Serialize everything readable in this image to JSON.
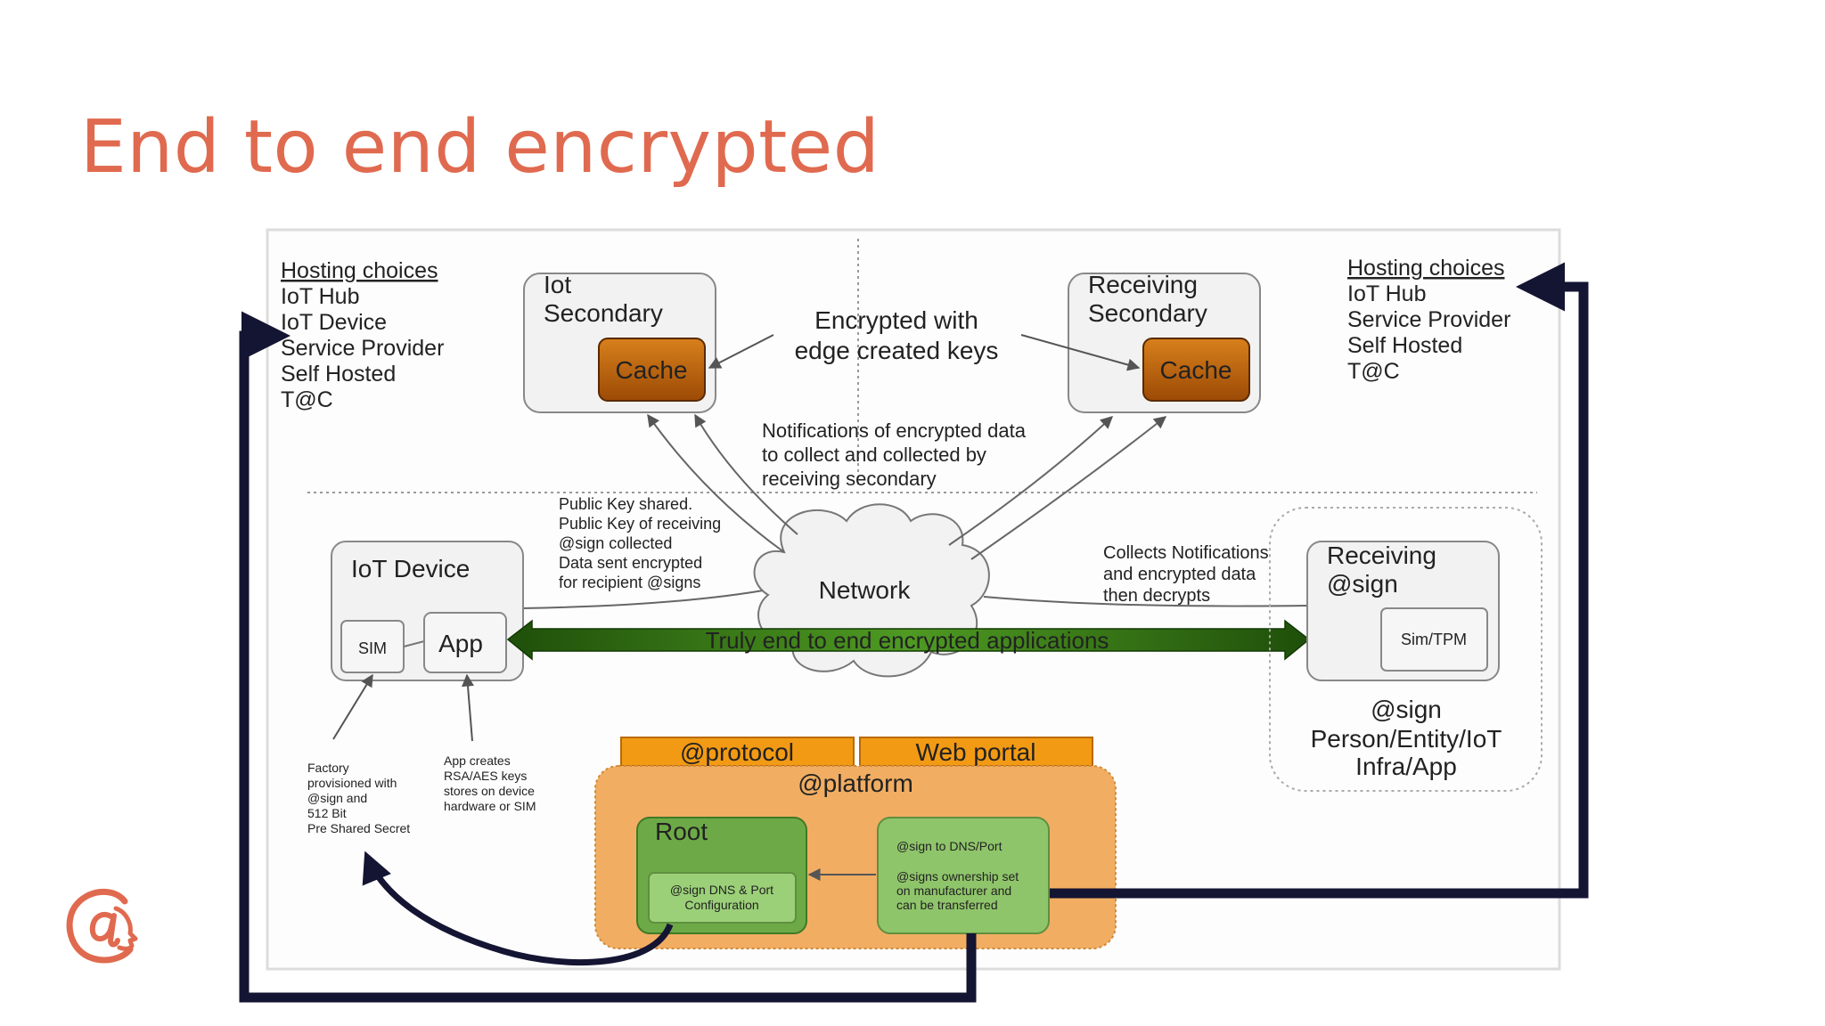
{
  "slide": {
    "title": "End to end encrypted"
  },
  "colors": {
    "accent": "#e06a4f",
    "connector": "#141433",
    "cache": "#c86a10",
    "platform": "#f1ad62",
    "root": "#6daa47",
    "arrow_green": "#2e6a12"
  },
  "hosting_left": {
    "heading": "Hosting choices",
    "items": [
      "IoT Hub",
      "IoT Device",
      "Service Provider",
      "Self Hosted",
      "T@C"
    ]
  },
  "hosting_right": {
    "heading": "Hosting choices",
    "items": [
      "IoT Hub",
      "Service Provider",
      "Self Hosted",
      "T@C"
    ]
  },
  "iot_secondary": {
    "line1": "Iot",
    "line2": "Secondary",
    "cache": "Cache"
  },
  "receiving_secondary": {
    "line1": "Receiving",
    "line2": "Secondary",
    "cache": "Cache"
  },
  "encrypted_keys": {
    "line1": "Encrypted with",
    "line2": "edge created keys"
  },
  "notifications": {
    "lines": [
      "Notifications of encrypted data",
      "to collect and collected by",
      "receiving secondary"
    ]
  },
  "public_key": {
    "lines": [
      "Public Key shared.",
      "Public Key of receiving",
      "@sign collected",
      "Data sent encrypted",
      "for recipient @signs"
    ]
  },
  "collects": {
    "lines": [
      "Collects Notifications",
      "and encrypted data",
      "then decrypts"
    ]
  },
  "network": {
    "label": "Network"
  },
  "iot_device": {
    "title": "IoT Device",
    "sim": "SIM",
    "app": "App"
  },
  "receiving_sign": {
    "line1": "Receiving",
    "line2": "@sign",
    "sim_tpm": "Sim/TPM"
  },
  "sign_entity": {
    "lines": [
      "@sign",
      "Person/Entity/IoT",
      "Infra/App"
    ]
  },
  "banner": {
    "label": "Truly end to end encrypted applications"
  },
  "factory_note": {
    "lines": [
      "Factory",
      "provisioned with",
      "@sign and",
      "512 Bit",
      "Pre Shared Secret"
    ]
  },
  "app_note": {
    "lines": [
      "App creates",
      "RSA/AES keys",
      "stores on device",
      "hardware or SIM"
    ]
  },
  "platform": {
    "protocol": "@protocol",
    "web_portal": "Web portal",
    "title": "@platform",
    "root": "Root",
    "root_config_lines": [
      "@sign DNS & Port",
      "Configuration"
    ],
    "dns_lines": [
      "@sign to DNS/Port",
      "",
      "@signs ownership set",
      "on manufacturer and",
      "can be transferred"
    ]
  }
}
